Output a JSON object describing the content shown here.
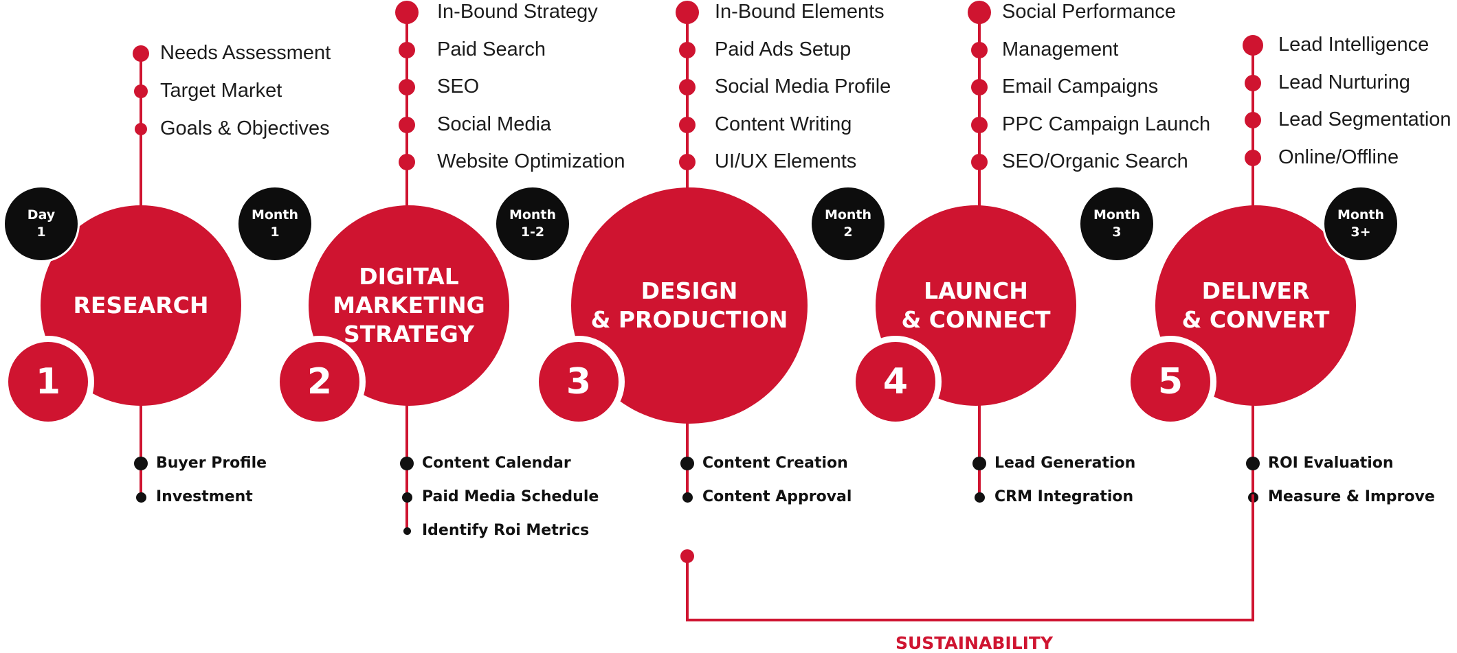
{
  "colors": {
    "accent": "#cf1430",
    "badge": "#0d0d0d",
    "text": "#1c1c1c"
  },
  "stages": [
    {
      "number": "1",
      "title": "RESEARCH",
      "badge": "Day\n1",
      "top_items": [
        "Needs Assessment",
        "Target Market",
        "Goals & Objectives"
      ],
      "bottom_items": [
        "Buyer Profile",
        "Investment"
      ]
    },
    {
      "number": "2",
      "title": "DIGITAL\nMARKETING\nSTRATEGY",
      "badge": "Month\n1",
      "top_items": [
        "In-Bound Strategy",
        "Paid Search",
        "SEO",
        "Social Media",
        "Website Optimization"
      ],
      "bottom_items": [
        "Content Calendar",
        "Paid Media Schedule",
        "Identify Roi Metrics"
      ]
    },
    {
      "number": "3",
      "title": "DESIGN\n& PRODUCTION",
      "badge": "Month\n1-2",
      "top_items": [
        "In-Bound Elements",
        "Paid Ads Setup",
        "Social Media Profile",
        "Content Writing",
        "UI/UX Elements"
      ],
      "bottom_items": [
        "Content Creation",
        "Content Approval"
      ]
    },
    {
      "number": "4",
      "title": "LAUNCH\n& CONNECT",
      "badge": "Month\n2",
      "top_items": [
        "Social Performance",
        "Management",
        "Email Campaigns",
        "PPC Campaign Launch",
        "SEO/Organic Search"
      ],
      "bottom_items": [
        "Lead Generation",
        "CRM Integration"
      ]
    },
    {
      "number": "5",
      "title": "DELIVER\n& CONVERT",
      "badge": "Month\n3",
      "top_items": [
        "Lead Intelligence",
        "Lead Nurturing",
        "Lead Segmentation",
        "Online/Offline"
      ],
      "bottom_items": [
        "ROI Evaluation",
        "Measure & Improve"
      ]
    }
  ],
  "final_badge": "Month\n3+",
  "sustainability_label": "SUSTAINABILITY"
}
